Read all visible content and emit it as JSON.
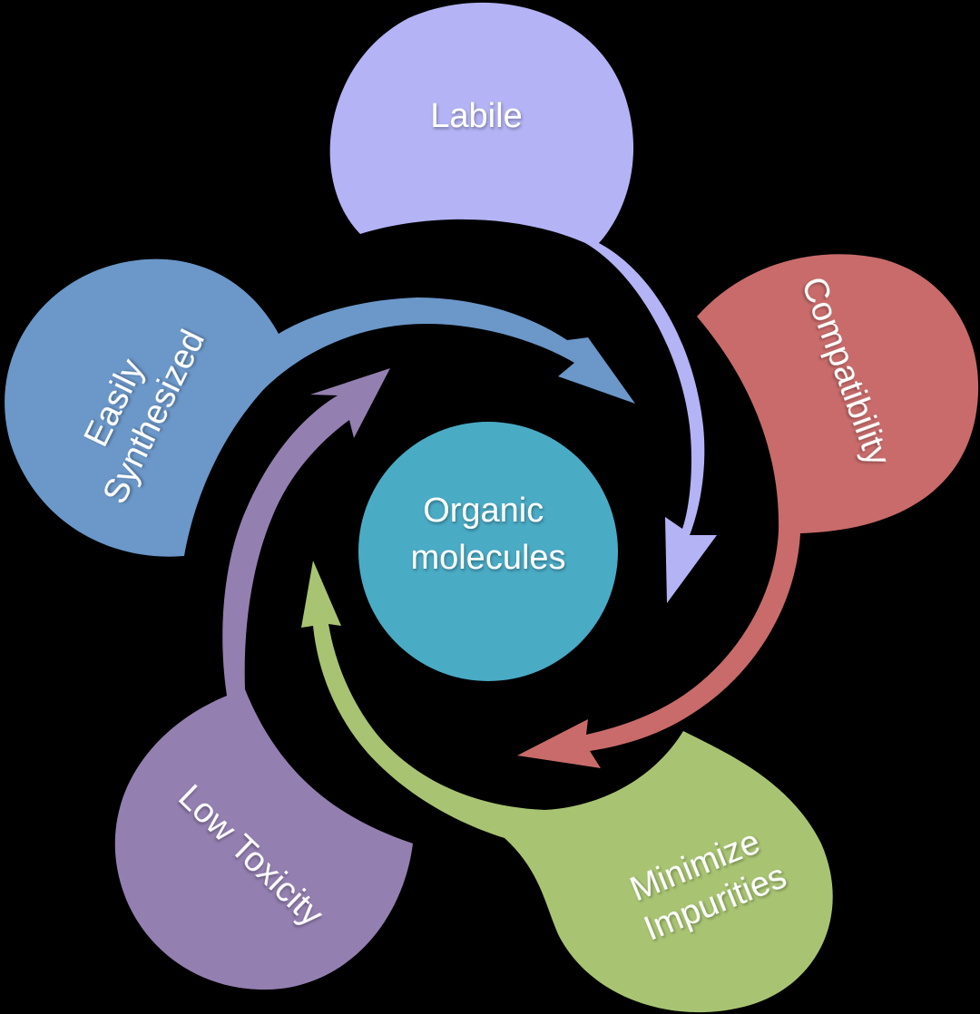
{
  "diagram": {
    "type": "cycle",
    "center": {
      "label_lines": [
        "Organic",
        "molecules"
      ],
      "color": "#4aabc5"
    },
    "nodes": [
      {
        "id": "labile",
        "label_lines": [
          "Labile"
        ],
        "color": "#b3b3f5"
      },
      {
        "id": "compatibility",
        "label_lines": [
          "Compatibility"
        ],
        "color": "#c96b6b"
      },
      {
        "id": "minimize-impurities",
        "label_lines": [
          "Minimize",
          "Impurities"
        ],
        "color": "#a8c472"
      },
      {
        "id": "low-toxicity",
        "label_lines": [
          "Low Toxicity"
        ],
        "color": "#937fb0"
      },
      {
        "id": "easily-synthesized",
        "label_lines": [
          "Easily",
          "Synthesized"
        ],
        "color": "#6b97c9"
      }
    ],
    "flow_direction": "clockwise",
    "background": "#000000"
  }
}
